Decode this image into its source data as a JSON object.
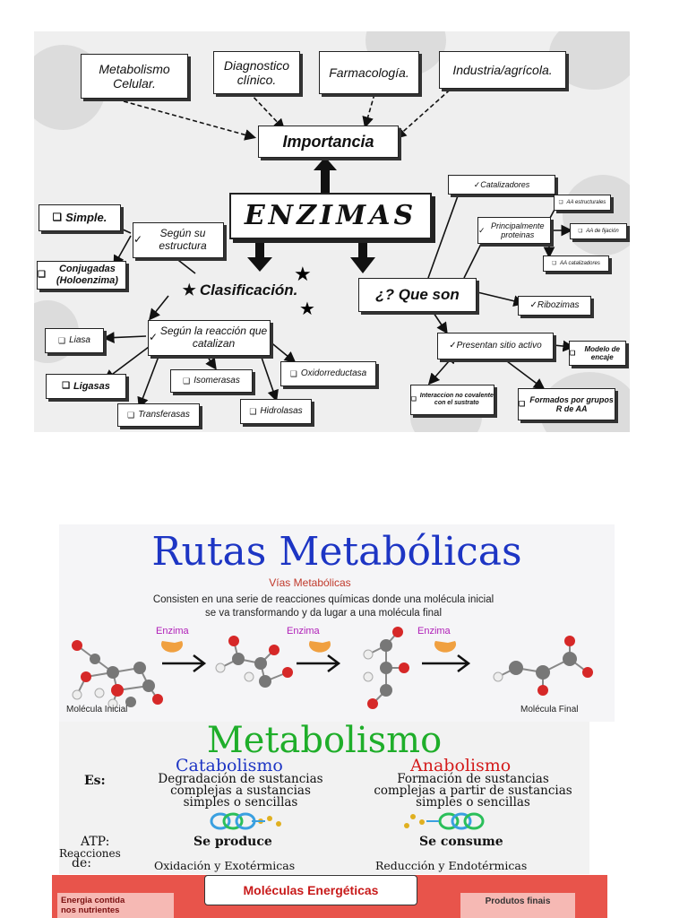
{
  "concept_map": {
    "title": "ENZIMAS",
    "importancia": "Importancia",
    "importance_items": [
      "Metabolismo Celular.",
      "Diagnostico clínico.",
      "Farmacología.",
      "Industria/agrícola."
    ],
    "clasificacion": "Clasificación.",
    "que_son": "¿? Que son",
    "segun_estructura": "Según su estructura",
    "simple": "Simple.",
    "conjugadas": "Conjugadas (Holoenzima)",
    "segun_reaccion": "Según la reacción que catalizan",
    "liasa": "Liasa",
    "ligasas": "Ligasas",
    "transferasas": "Transferasas",
    "isomerasas": "Isomerasas",
    "hidrolasas": "Hidrolasas",
    "oxidorreductasa": "Oxidorreductasa",
    "catalizadores": "Catalizadores",
    "principalmente_proteinas": "Principalmente proteinas",
    "aa_estructurales": "AA estructurales",
    "aa_fijacion": "AA de fijación",
    "aa_catalizadores": "AA catalizadores",
    "ribozimas": "Ribozimas",
    "sitio_activo": "Presentan sitio activo",
    "modelo_encaje": "Modelo de encaje",
    "interaccion": "Interaccion no covalente con el sustrato",
    "formados": "Formados por grupos R de AA"
  },
  "rutas": {
    "title": "Rutas Metabólicas",
    "subtitle": "Vías Metabólicas",
    "description_line1": "Consisten en una serie de reacciones químicas donde una molécula inicial",
    "description_line2": "se va transformando y da lugar a una molécula final",
    "enzima_label": "Enzima",
    "molecula_inicial": "Molécula Inicial",
    "molecula_final": "Molécula Final"
  },
  "metabolismo": {
    "title": "Metabolismo",
    "catabolismo": "Catabolismo",
    "anabolismo": "Anabolismo",
    "es_label": "Es:",
    "cat_desc_1": "Degradación de sustancias",
    "cat_desc_2": "complejas a sustancias",
    "cat_desc_3": "simples o sencillas",
    "ana_desc_1": "Formación de sustancias",
    "ana_desc_2": "complejas a partir de sustancias",
    "ana_desc_3": "simples o sencillas",
    "atp_label": "ATP:",
    "atp_cat": "Se produce",
    "atp_ana": "Se consume",
    "reacciones_label_1": "Reacciones",
    "reacciones_label_2": "de:",
    "reac_cat": "Oxidación y Exotérmicas",
    "reac_ana": "Reducción y Endotérmicas"
  },
  "bottom": {
    "left_1": "Energia contida",
    "left_2": "nos nutrientes",
    "center": "Moléculas Energéticas",
    "right": "Produtos finais"
  },
  "colors": {
    "rutas_title": "#1d35c4",
    "metabolismo_title": "#1fae2a",
    "catabolismo": "#1d35c4",
    "anabolismo": "#d41c1c",
    "enzima_label": "#b020b8",
    "bottom_bg": "#e8544b"
  }
}
